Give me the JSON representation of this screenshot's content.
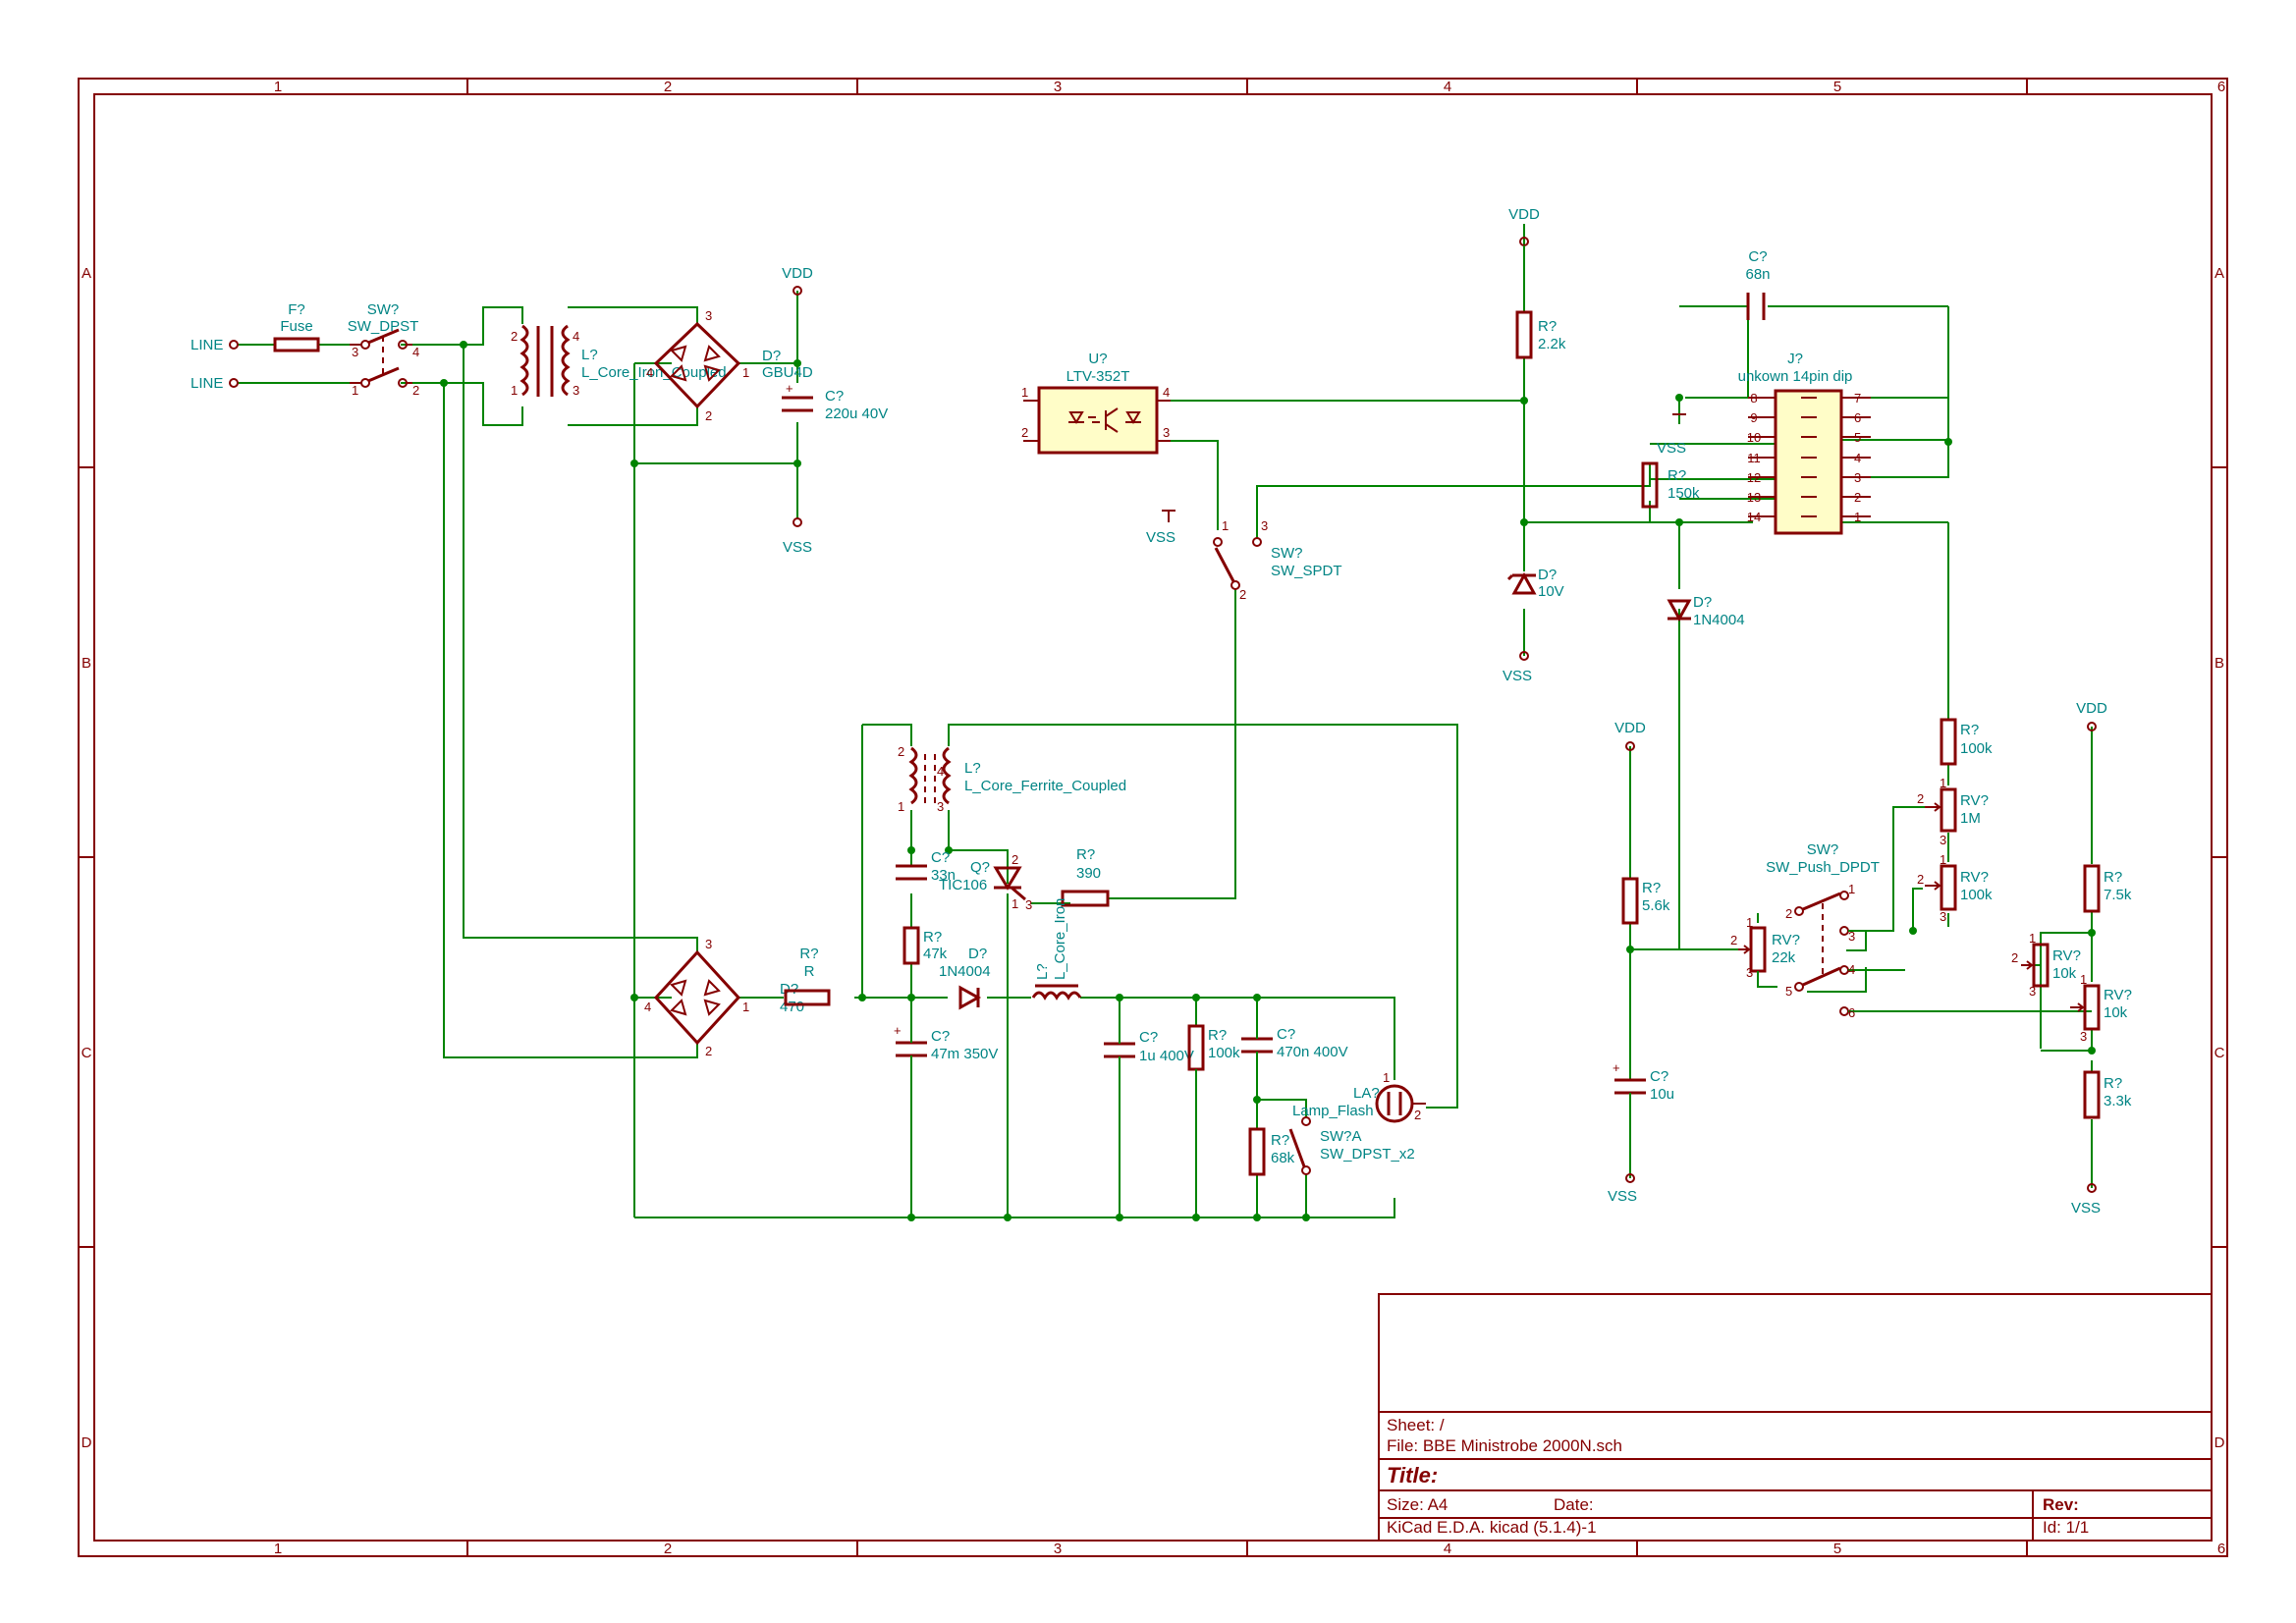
{
  "frame": {
    "columns": [
      "1",
      "2",
      "3",
      "4",
      "5",
      "6"
    ],
    "rows": [
      "A",
      "B",
      "C",
      "D"
    ]
  },
  "title_block": {
    "sheet": "Sheet: /",
    "file": "File: BBE Ministrobe 2000N.sch",
    "title": "Title:",
    "size": "Size: A4",
    "date": "Date:",
    "rev": "Rev:",
    "generator": "KiCad E.D.A.  kicad (5.1.4)-1",
    "id": "Id: 1/1"
  },
  "net_labels": {
    "line_top": "LINE",
    "line_bottom": "LINE",
    "vdd_bridge": "VDD",
    "vss_bridge": "VSS",
    "vdd_top": "VDD",
    "vss_zener": "VSS",
    "vss_switch": "VSS",
    "vss_bjt": "VSS",
    "vdd_mid": "VDD",
    "vss_mid": "VSS",
    "vdd_right": "VDD",
    "vss_right": "VSS"
  },
  "components": {
    "fuse": {
      "ref": "F?",
      "value": "Fuse"
    },
    "sw_main": {
      "ref": "SW?",
      "value": "SW_DPST"
    },
    "transformer": {
      "ref": "L?",
      "value": "L_Core_Iron_Coupled"
    },
    "bridge_top": {
      "ref": "D?",
      "value": "GBU4D"
    },
    "cap_220u": {
      "ref": "C?",
      "value": "220u 40V"
    },
    "opto": {
      "ref": "U?",
      "value": "LTV-352T"
    },
    "sw_spdt": {
      "ref": "SW?",
      "value": "SW_SPDT"
    },
    "r_2k2": {
      "ref": "R?",
      "value": "2.2k"
    },
    "zener_10v": {
      "ref": "D?",
      "value": "10V"
    },
    "cap_68n": {
      "ref": "C?",
      "value": "68n"
    },
    "dip14": {
      "ref": "J?",
      "value": "unkown 14pin dip"
    },
    "r_150k": {
      "ref": "R?",
      "value": "150k"
    },
    "diode_1n4004_top": {
      "ref": "D?",
      "value": "1N4004"
    },
    "trigger_coil": {
      "ref": "L?",
      "value": "L_Core_Ferrite_Coupled"
    },
    "cap_33n": {
      "ref": "C?",
      "value": "33n"
    },
    "scr": {
      "ref": "Q?",
      "value": "TIC106"
    },
    "r_390": {
      "ref": "R?",
      "value": "390"
    },
    "r_47k": {
      "ref": "R?",
      "value": "47k"
    },
    "diode_1n4004_bot": {
      "ref": "D?",
      "value": "1N4004"
    },
    "bridge_bot": {
      "ref": "D?",
      "value": "470"
    },
    "r_r": {
      "ref": "R?",
      "value": "R"
    },
    "choke": {
      "ref": "L?",
      "value": "L_Core_Iron"
    },
    "cap_47m": {
      "ref": "C?",
      "value": "47m 350V"
    },
    "cap_1u": {
      "ref": "C?",
      "value": "1u 400V"
    },
    "r_100k_a": {
      "ref": "R?",
      "value": "100k"
    },
    "cap_470n": {
      "ref": "C?",
      "value": "470n 400V"
    },
    "lamp": {
      "ref": "LA?",
      "value": "Lamp_Flash"
    },
    "r_68k": {
      "ref": "R?",
      "value": "68k"
    },
    "sw_dpst_x2": {
      "ref": "SW?A",
      "value": "SW_DPST_x2"
    },
    "r_100k_b": {
      "ref": "R?",
      "value": "100k"
    },
    "rv_1m": {
      "ref": "RV?",
      "value": "1M"
    },
    "rv_100k": {
      "ref": "RV?",
      "value": "100k"
    },
    "sw_push": {
      "ref": "SW?",
      "value": "SW_Push_DPDT"
    },
    "r_5k6": {
      "ref": "R?",
      "value": "5.6k"
    },
    "rv_22k": {
      "ref": "RV?",
      "value": "22k"
    },
    "cap_10u": {
      "ref": "C?",
      "value": "10u"
    },
    "r_7k5": {
      "ref": "R?",
      "value": "7.5k"
    },
    "rv_10k_a": {
      "ref": "RV?",
      "value": "10k"
    },
    "rv_10k_b": {
      "ref": "RV?",
      "value": "10k"
    },
    "r_3k3": {
      "ref": "R?",
      "value": "3.3k"
    }
  },
  "pins": {
    "sw_main": [
      "3",
      "4",
      "1",
      "2"
    ],
    "transformer": [
      "2",
      "1",
      "4",
      "3"
    ],
    "bridge_top": [
      "3",
      "1",
      "2",
      "4"
    ],
    "opto": [
      "1",
      "2",
      "4",
      "3"
    ],
    "sw_spdt": [
      "1",
      "3",
      "2"
    ],
    "dip_left": [
      "8",
      "9",
      "10",
      "11",
      "12",
      "13",
      "14"
    ],
    "dip_right": [
      "7",
      "6",
      "5",
      "4",
      "3",
      "2",
      "1"
    ],
    "trigger_coil": [
      "2",
      "1",
      "4",
      "3"
    ],
    "scr": [
      "2",
      "3",
      "1"
    ],
    "bridge_bot": [
      "3",
      "4",
      "1",
      "2"
    ],
    "lamp": [
      "1",
      "2"
    ],
    "rv_1m": [
      "2",
      "1",
      "3"
    ],
    "rv_100k": [
      "2",
      "1",
      "3"
    ],
    "sw_push": [
      "2",
      "1",
      "3",
      "5",
      "4",
      "6"
    ],
    "rv_22k": [
      "2",
      "1",
      "3"
    ],
    "rv_10k_a": [
      "2",
      "1",
      "3"
    ],
    "rv_10k_b": [
      "1",
      "3"
    ]
  },
  "colors": {
    "component": "#840000",
    "wire": "#008400",
    "label": "#008484",
    "ic_fill": "#fffdc8"
  }
}
